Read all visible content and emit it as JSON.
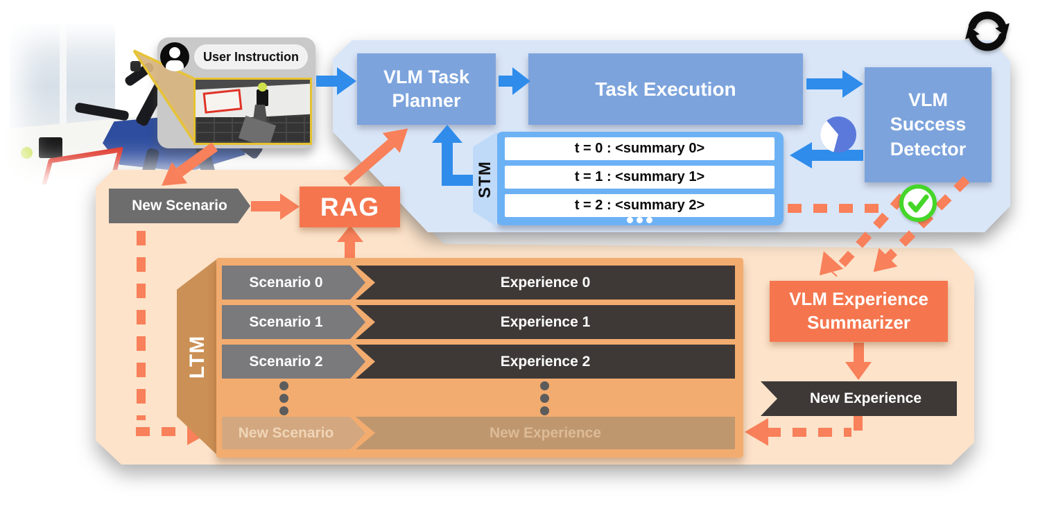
{
  "user_panel": {
    "instruction_label": "User Instruction"
  },
  "loop": {
    "planner": "VLM Task Planner",
    "execution": "Task Execution",
    "detector": "VLM Success Detector"
  },
  "stm": {
    "label": "STM",
    "rows": [
      "t = 0 : <summary 0>",
      "t = 1 : <summary 1>",
      "t = 2 : <summary 2>"
    ]
  },
  "memory": {
    "new_scenario_label": "New Scenario",
    "rag_label": "RAG",
    "ltm_label": "LTM",
    "ltm_rows": [
      {
        "scenario": "Scenario 0",
        "experience": "Experience 0"
      },
      {
        "scenario": "Scenario 1",
        "experience": "Experience 1"
      },
      {
        "scenario": "Scenario 2",
        "experience": "Experience 2"
      }
    ],
    "ltm_new_row": {
      "scenario": "New Scenario",
      "experience": "New Experience"
    },
    "summarizer_label": "VLM Experience Summarizer",
    "new_experience_label": "New Experience"
  },
  "icons": {
    "avatar": "user-avatar-icon",
    "loop": "refresh-loop-icon",
    "timer": "pie-timer-icon",
    "success": "check-icon"
  },
  "colors": {
    "blue_container": "#d9e6f8",
    "blue_box": "#7ca3dc",
    "blue_arrow": "#2f8ceb",
    "stm_frame": "#6db1f5",
    "stm_tab": "#bfdaf9",
    "peach_container": "#fce3ca",
    "coral_box": "#f5764e",
    "orange_arrow": "#f8805a",
    "ltm_band": "#cb9055",
    "ltm_panel": "#f3ac6f",
    "row_gray": "#7a797c",
    "row_dark": "#3e3937",
    "label_gray": "#6d6d6d",
    "faded_chevron": "#d3a77f",
    "faded_row": "#bf976f",
    "success_green": "#45d629",
    "clock_blue": "#5b79da"
  }
}
